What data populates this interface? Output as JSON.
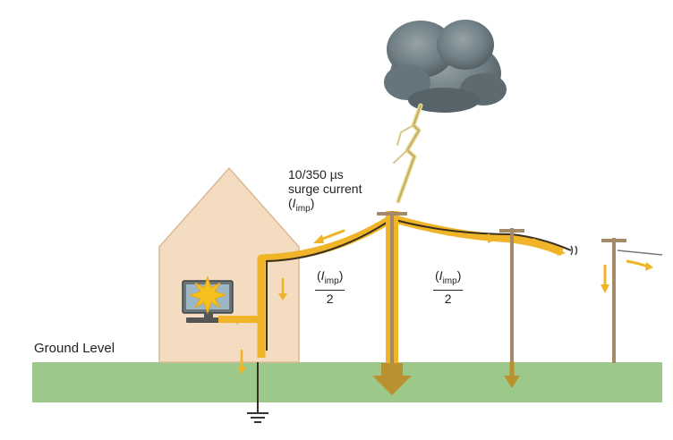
{
  "labels": {
    "ground_level": "Ground Level",
    "surge_line1": "10/350 µs",
    "surge_line2": "surge current",
    "surge_open": "(",
    "surge_i": "I",
    "surge_sub": "imp",
    "surge_close": ")",
    "frac_left": {
      "open": "(",
      "i": "I",
      "sub": "imp",
      "close": ")",
      "den": "2"
    },
    "frac_right": {
      "open": "(",
      "i": "I",
      "sub": "imp",
      "close": ")",
      "den": "2"
    }
  },
  "colors": {
    "surge": "#f0b429",
    "ground": "#9cc88a",
    "house": "#f4dcc0",
    "pole": "#a48a68",
    "cloud": "#6f7e84",
    "cable": "#3a3020"
  },
  "icons": [
    "storm-cloud-icon",
    "lightning-bolt-icon",
    "computer-monitor-icon",
    "ground-symbol-icon",
    "power-pole-icon",
    "house-icon"
  ]
}
